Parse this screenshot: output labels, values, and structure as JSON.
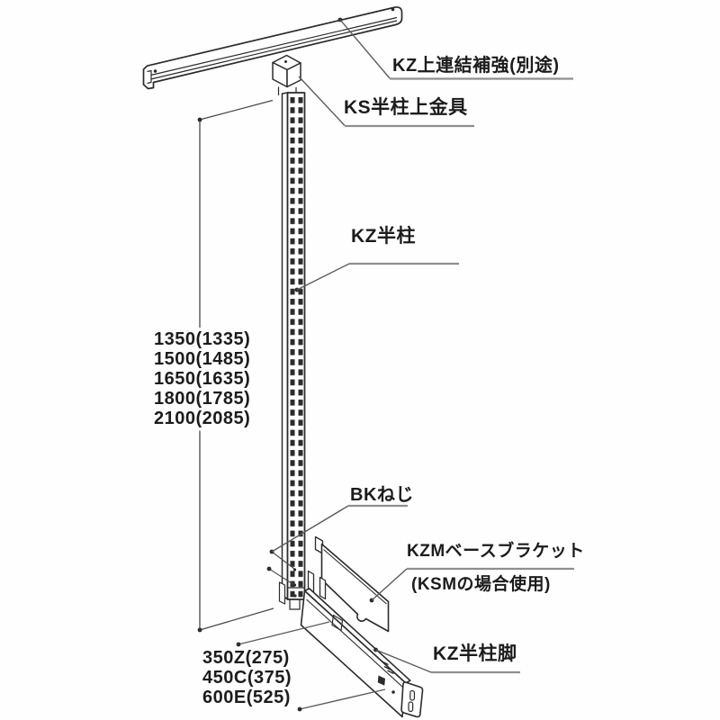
{
  "diagram": {
    "labels": {
      "top_beam": "KZ上連結補強(別途)",
      "top_bracket": "KS半柱上金具",
      "post": "KZ半柱",
      "screw": "BKねじ",
      "base_bracket_line1": "KZMベースブラケット",
      "base_bracket_line2": "(KSMの場合使用)",
      "leg": "KZ半柱脚"
    },
    "post_heights": [
      "1350(1335)",
      "1500(1485)",
      "1650(1635)",
      "1800(1785)",
      "2100(2085)"
    ],
    "leg_lengths": [
      "350Z(275)",
      "450C(375)",
      "600E(525)"
    ],
    "colors": {
      "line": "#2b2b2b",
      "leader": "#5c5c5c",
      "underline": "#8f8f8f",
      "background": "#ffffff"
    }
  }
}
